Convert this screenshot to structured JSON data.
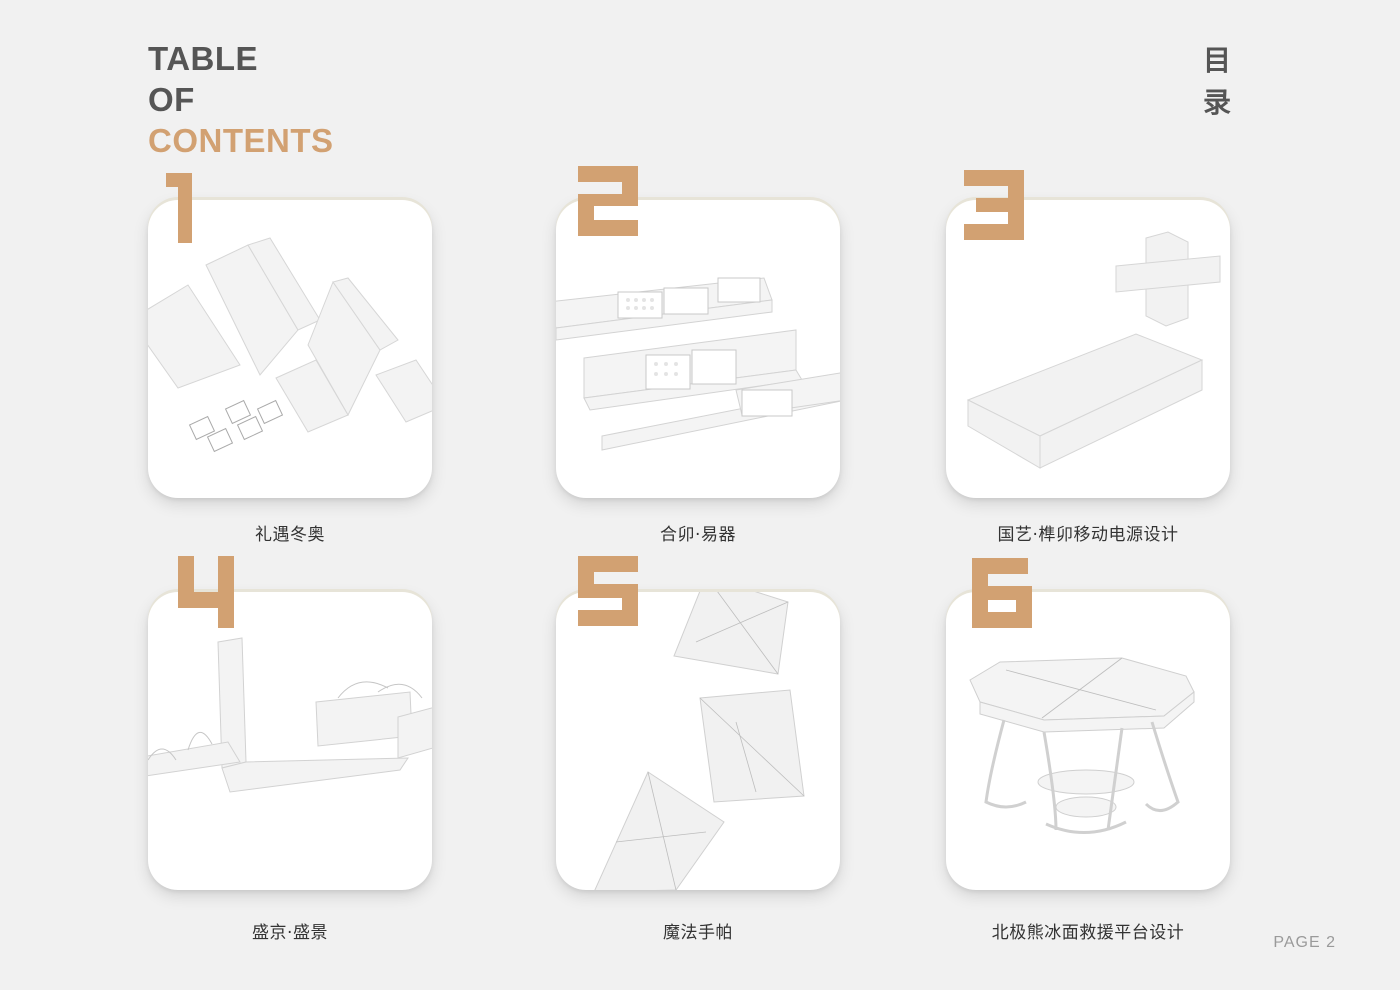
{
  "header": {
    "title_lines": [
      "TABLE",
      "OF",
      "CONTENTS"
    ],
    "cn_title": [
      "目",
      "录"
    ]
  },
  "items": [
    {
      "number": "1",
      "caption": "礼遇冬奥",
      "image": "gift-box-set"
    },
    {
      "number": "2",
      "caption": "合卯·易器",
      "image": "tenon-tray-set"
    },
    {
      "number": "3",
      "caption": "国艺·榫卯移动电源设计",
      "image": "power-bank-cross"
    },
    {
      "number": "4",
      "caption": "盛京·盛景",
      "image": "folding-stand-set"
    },
    {
      "number": "5",
      "caption": "魔法手帕",
      "image": "folded-handkerchiefs"
    },
    {
      "number": "6",
      "caption": "北极熊冰面救援平台设计",
      "image": "octagon-rescue-platform"
    }
  ],
  "footer": {
    "page_label": "PAGE 2"
  },
  "colors": {
    "accent": "#d2a172",
    "heading": "#555555",
    "background": "#f1f1f1"
  }
}
